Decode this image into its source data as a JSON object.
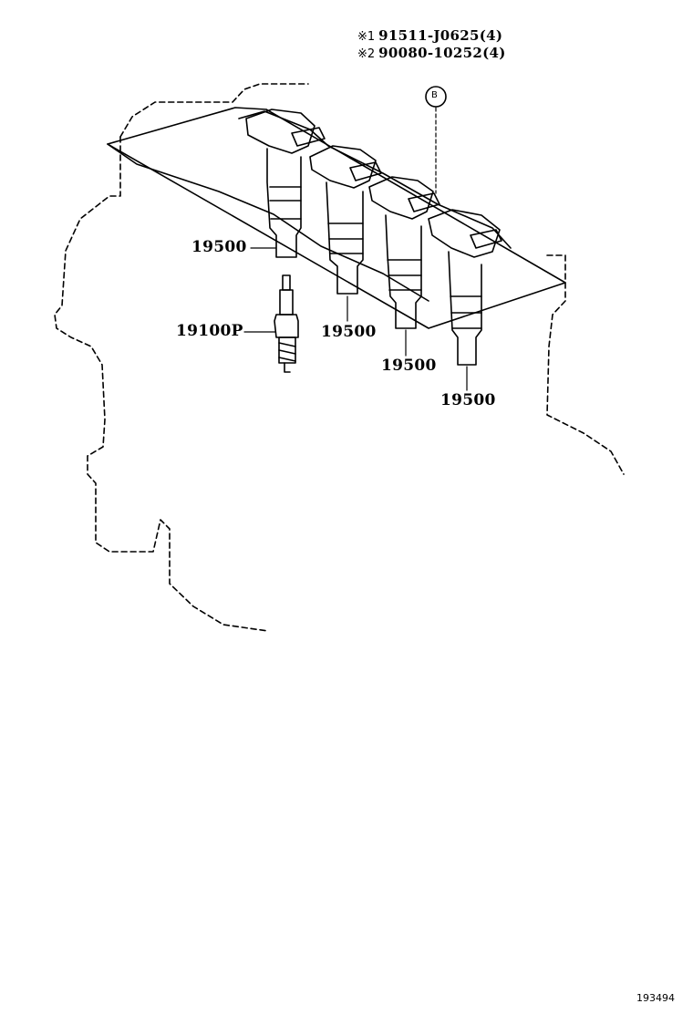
{
  "notes": [
    {
      "mark": "※1",
      "part": "91511-J0625",
      "qty": "(4)"
    },
    {
      "mark": "※2",
      "part": "90080-10252",
      "qty": "(4)"
    }
  ],
  "callout_b": "B",
  "coil_labels": [
    "19500",
    "19500",
    "19500",
    "19500"
  ],
  "plug_label": "19100P",
  "diagram_id": "193494"
}
